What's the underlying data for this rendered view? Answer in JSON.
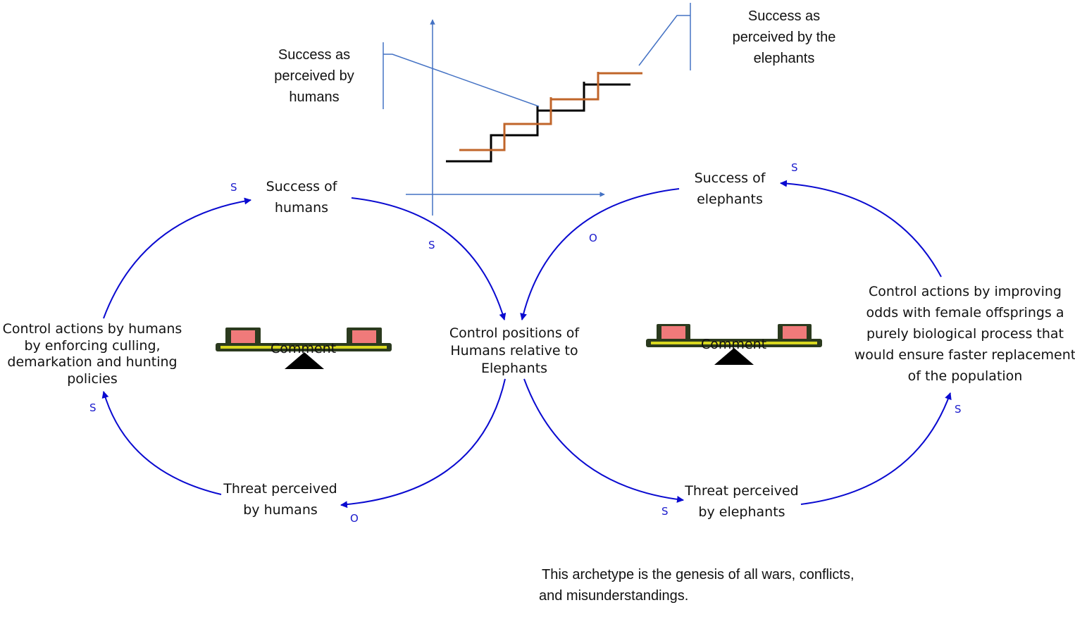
{
  "nodes": {
    "success_humans": "Success of humans",
    "success_elephants": "Success of elephants",
    "control_positions": "Control positions of Humans relative to Elephants",
    "threat_humans": "Threat perceived by humans",
    "threat_elephants": "Threat perceived by elephants",
    "control_humans": "Control actions by humans by enforcing culling, demarkation and hunting policies",
    "control_elephants": "Control actions by improving odds with female offsprings a purely biological process that would ensure faster replacement of the population"
  },
  "node_lines": {
    "success_humans": [
      "Success of",
      "humans"
    ],
    "success_elephants": [
      "Success of",
      "elephants"
    ],
    "control_positions": [
      "Control positions of",
      "Humans relative to",
      "Elephants"
    ],
    "threat_humans": [
      "Threat perceived",
      "by humans"
    ],
    "threat_elephants": [
      "Threat perceived",
      "by elephants"
    ],
    "control_humans": [
      "Control actions by humans",
      "by enforcing culling,",
      "demarkation and hunting",
      "policies"
    ],
    "control_elephants": [
      "Control actions by improving",
      "odds with female offsprings a",
      "purely biological process that",
      "would ensure faster replacement",
      "of the population"
    ]
  },
  "callouts": {
    "humans": [
      "Success as",
      "perceived by",
      "humans"
    ],
    "elephants": [
      "Success as",
      "perceived by the",
      "elephants"
    ]
  },
  "polarity": {
    "to_success_humans": "S",
    "success_humans_to_control_positions": "S",
    "success_elephants_to_control_positions": "O",
    "to_success_elephants": "S",
    "control_positions_to_threat_humans": "O",
    "threat_humans_to_control_humans": "S",
    "control_positions_to_threat_elephants": "S",
    "threat_elephants_to_control_elephants": "S"
  },
  "balance_icons": {
    "left_label": "Comment",
    "right_label": "Comment"
  },
  "note": [
    "This archetype is the genesis of all wars, conflicts,",
    "and misunderstandings."
  ],
  "colors": {
    "loop_arrow": "#0a0ad0",
    "axis": "#4472c4",
    "humans_steps": "#000000",
    "elephants_steps": "#c0652a",
    "balance_beam": "#2b3a1e",
    "balance_stripe": "#d8d820",
    "balance_weight": "#f07a7a"
  }
}
